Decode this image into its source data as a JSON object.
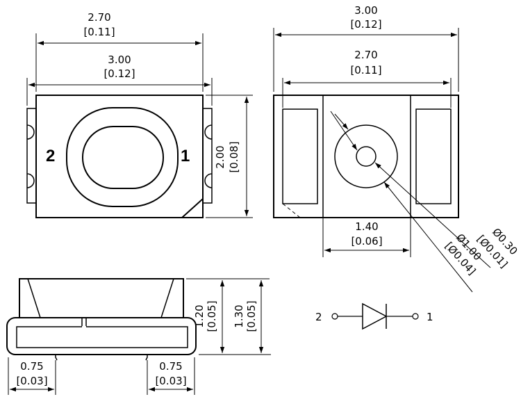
{
  "top_view": {
    "dim_upper": {
      "value": "2.70",
      "inch": "[0.11]"
    },
    "dim_lower": {
      "value": "3.00",
      "inch": "[0.12]"
    },
    "dim_height": {
      "value": "2.00",
      "inch": "[0.08]"
    },
    "pin_left": "2",
    "pin_right": "1"
  },
  "right_view": {
    "dim_upper": {
      "value": "3.00",
      "inch": "[0.12]"
    },
    "dim_lower": {
      "value": "2.70",
      "inch": "[0.11]"
    },
    "dim_window": {
      "value": "1.40",
      "inch": "[0.06]"
    },
    "dia_small": {
      "value": "Ø0.30",
      "inch": "[Ø0.01]"
    },
    "dia_large": {
      "value": "Ø1.00",
      "inch": "[Ø0.04]"
    }
  },
  "side_view": {
    "dim_h1": {
      "value": "1.20",
      "inch": "[0.05]"
    },
    "dim_h2": {
      "value": "1.30",
      "inch": "[0.05]"
    },
    "pad_left": {
      "value": "0.75",
      "inch": "[0.03]"
    },
    "pad_right": {
      "value": "0.75",
      "inch": "[0.03]"
    }
  },
  "schematic": {
    "pin_left": "2",
    "pin_right": "1"
  }
}
